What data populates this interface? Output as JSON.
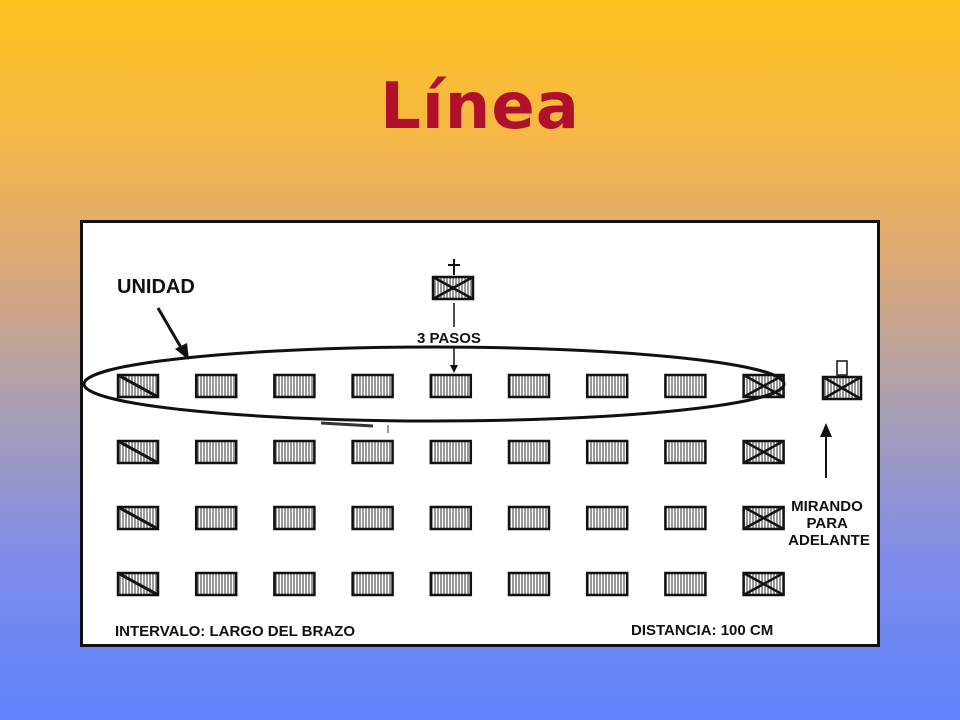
{
  "slide": {
    "title": "Línea"
  },
  "diagram": {
    "unit_label": "UNIDAD",
    "steps_label": "3 PASOS",
    "facing_lines": [
      "MIRANDO",
      "PARA",
      "ADELANTE"
    ],
    "interval_label": "INTERVALO: LARGO DEL BRAZO",
    "distance_label": "DISTANCIA: 100 CM",
    "rows": 4,
    "columns": 9,
    "symbols": {
      "left_column": "diagonal-cross",
      "inner_columns": "hatched",
      "right_column": "x-cross",
      "leader": "x-cross-with-cross",
      "guide": "x-cross-with-flag"
    }
  }
}
